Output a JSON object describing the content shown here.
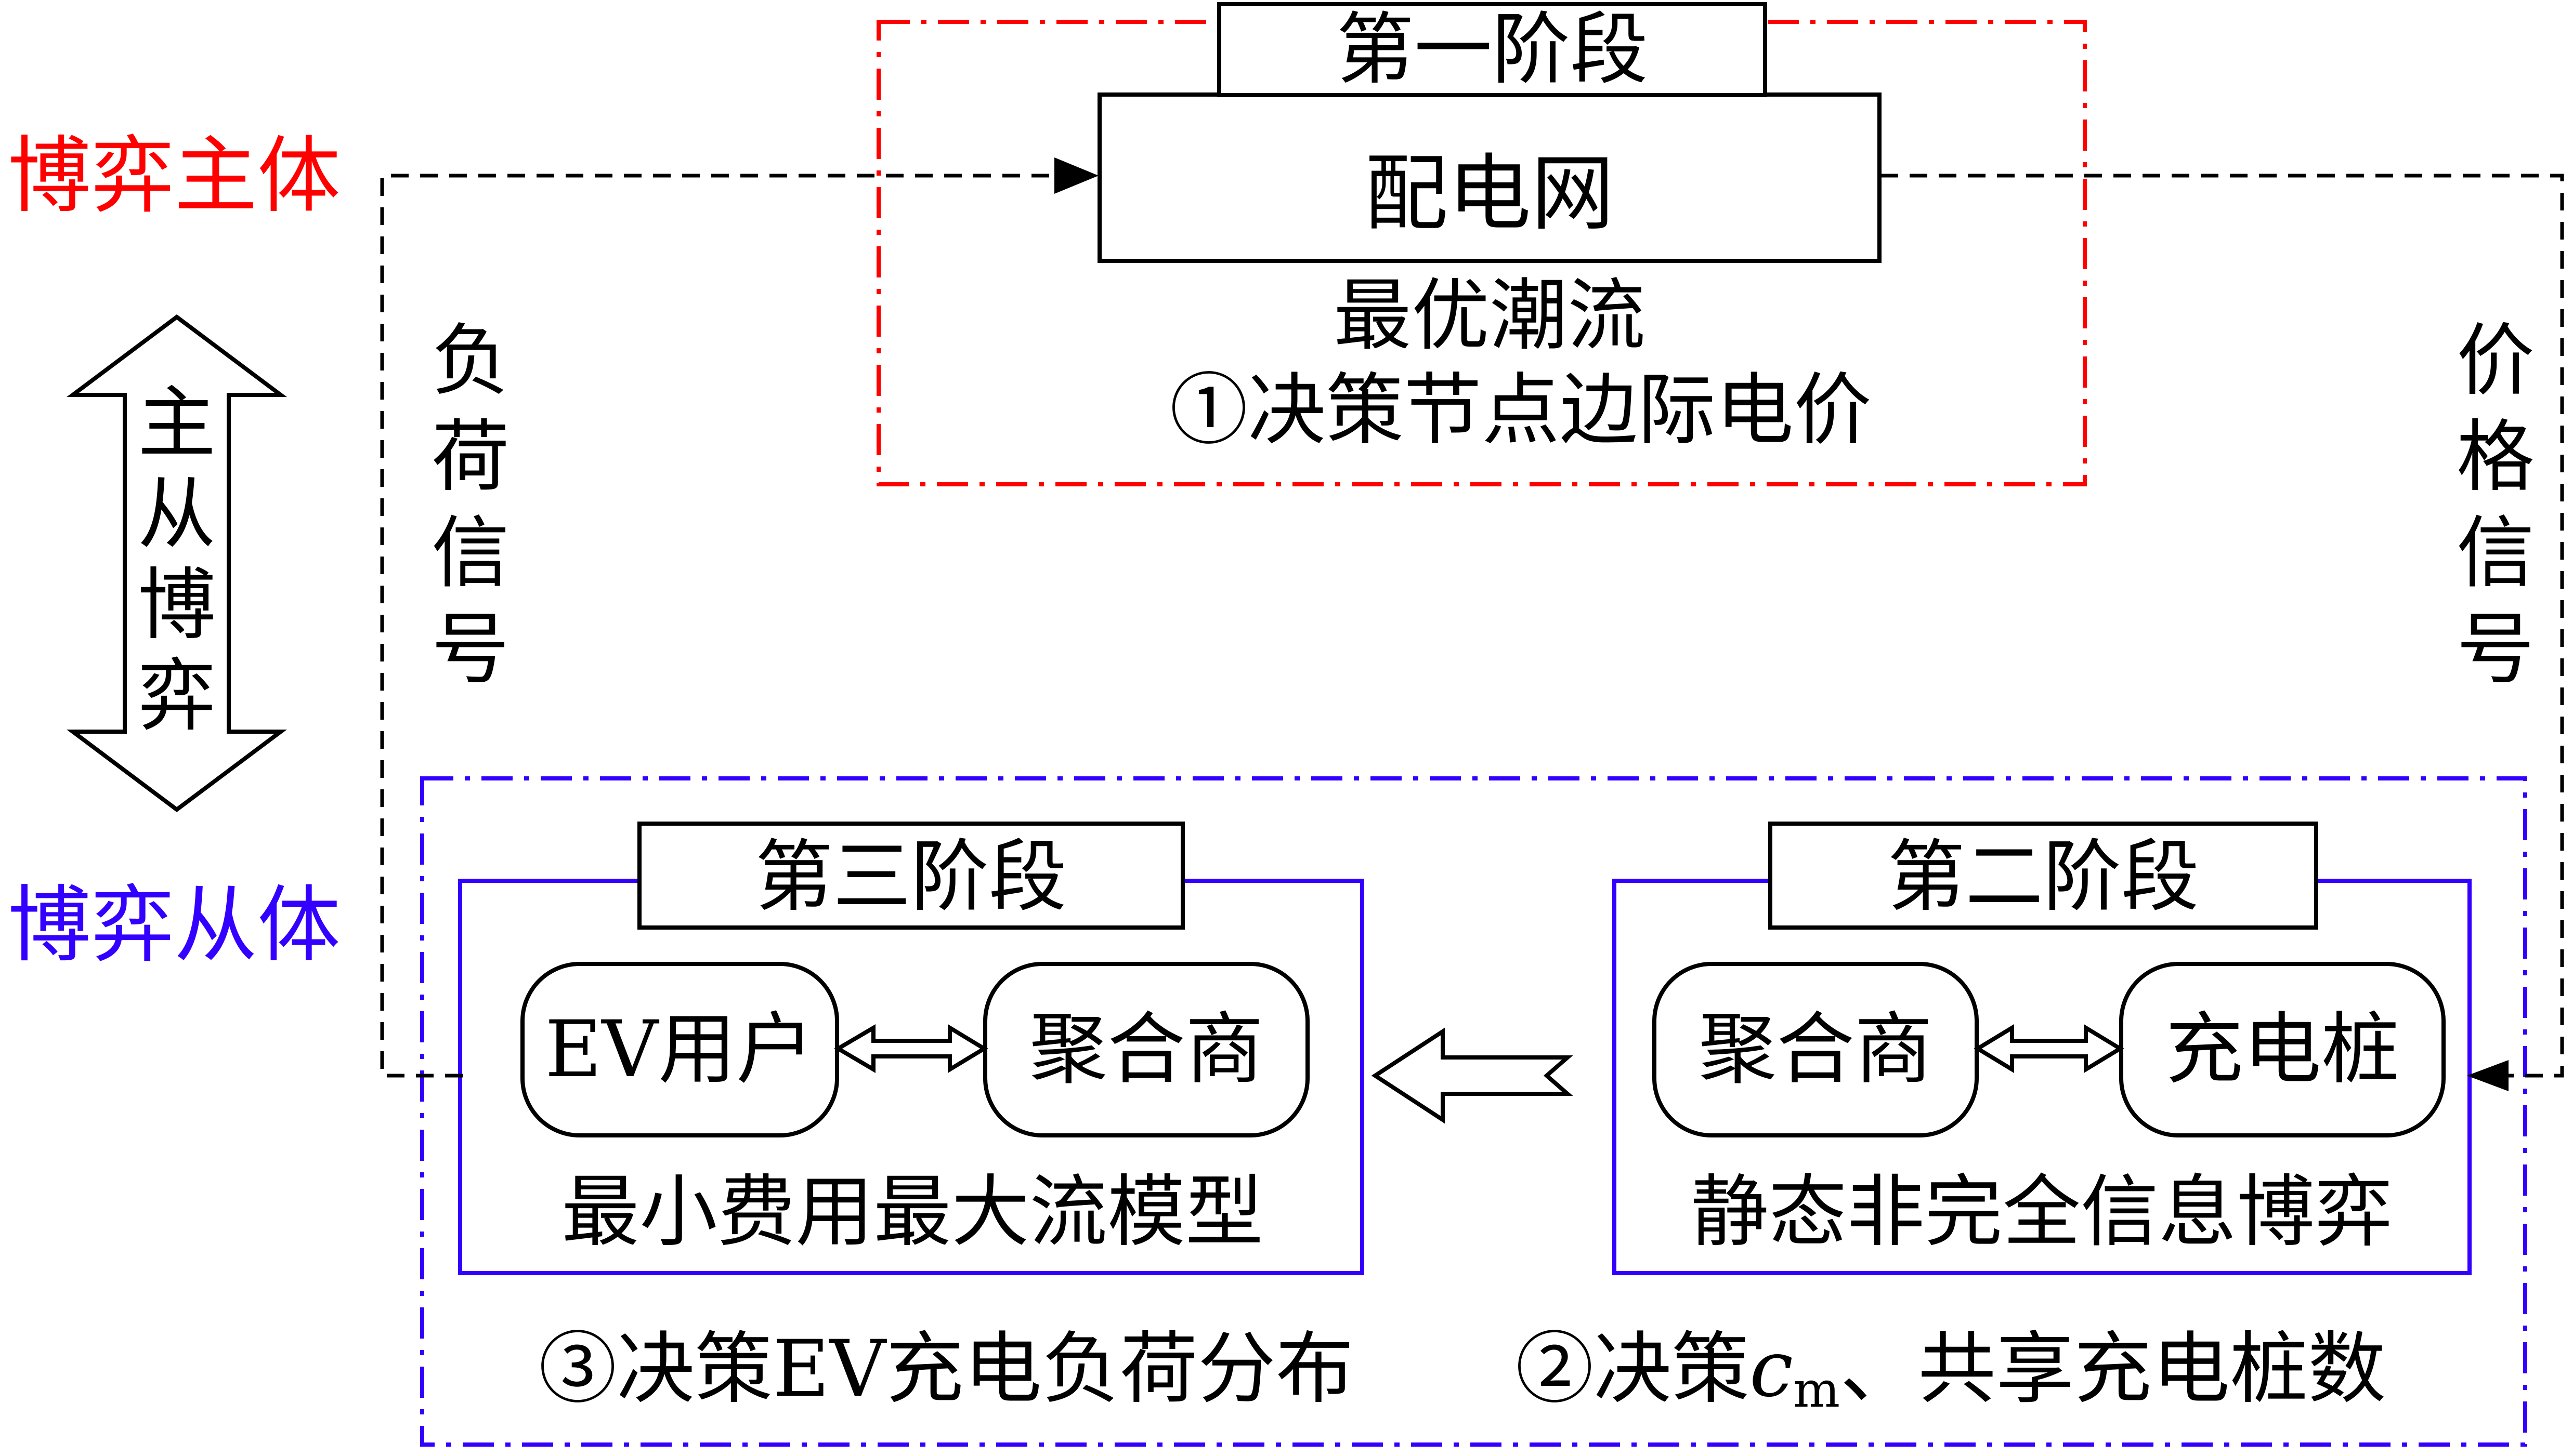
{
  "roles": {
    "leader": "博弈主体",
    "follower": "博弈从体",
    "relation_chars": [
      "主",
      "从",
      "博",
      "弈"
    ]
  },
  "signals": {
    "load_chars": [
      "负",
      "荷",
      "信",
      "号"
    ],
    "price_chars": [
      "价",
      "格",
      "信",
      "号"
    ]
  },
  "stage1": {
    "title": "第一阶段",
    "entity": "配电网",
    "method": "最优潮流",
    "decision": "①决策节点边际电价"
  },
  "stage2": {
    "title": "第二阶段",
    "left": "聚合商",
    "right": "充电桩",
    "method": "静态非完全信息博弈",
    "decision_prefix": "②决策",
    "decision_var": "c",
    "decision_sub": "m",
    "decision_suffix": "、共享充电桩数"
  },
  "stage3": {
    "title": "第三阶段",
    "left": "EV用户",
    "right": "聚合商",
    "method": "最小费用最大流模型",
    "decision": "③决策EV充电负荷分布"
  },
  "colors": {
    "leader": "#ff0000",
    "follower": "#3300ff",
    "line": "#000000"
  }
}
